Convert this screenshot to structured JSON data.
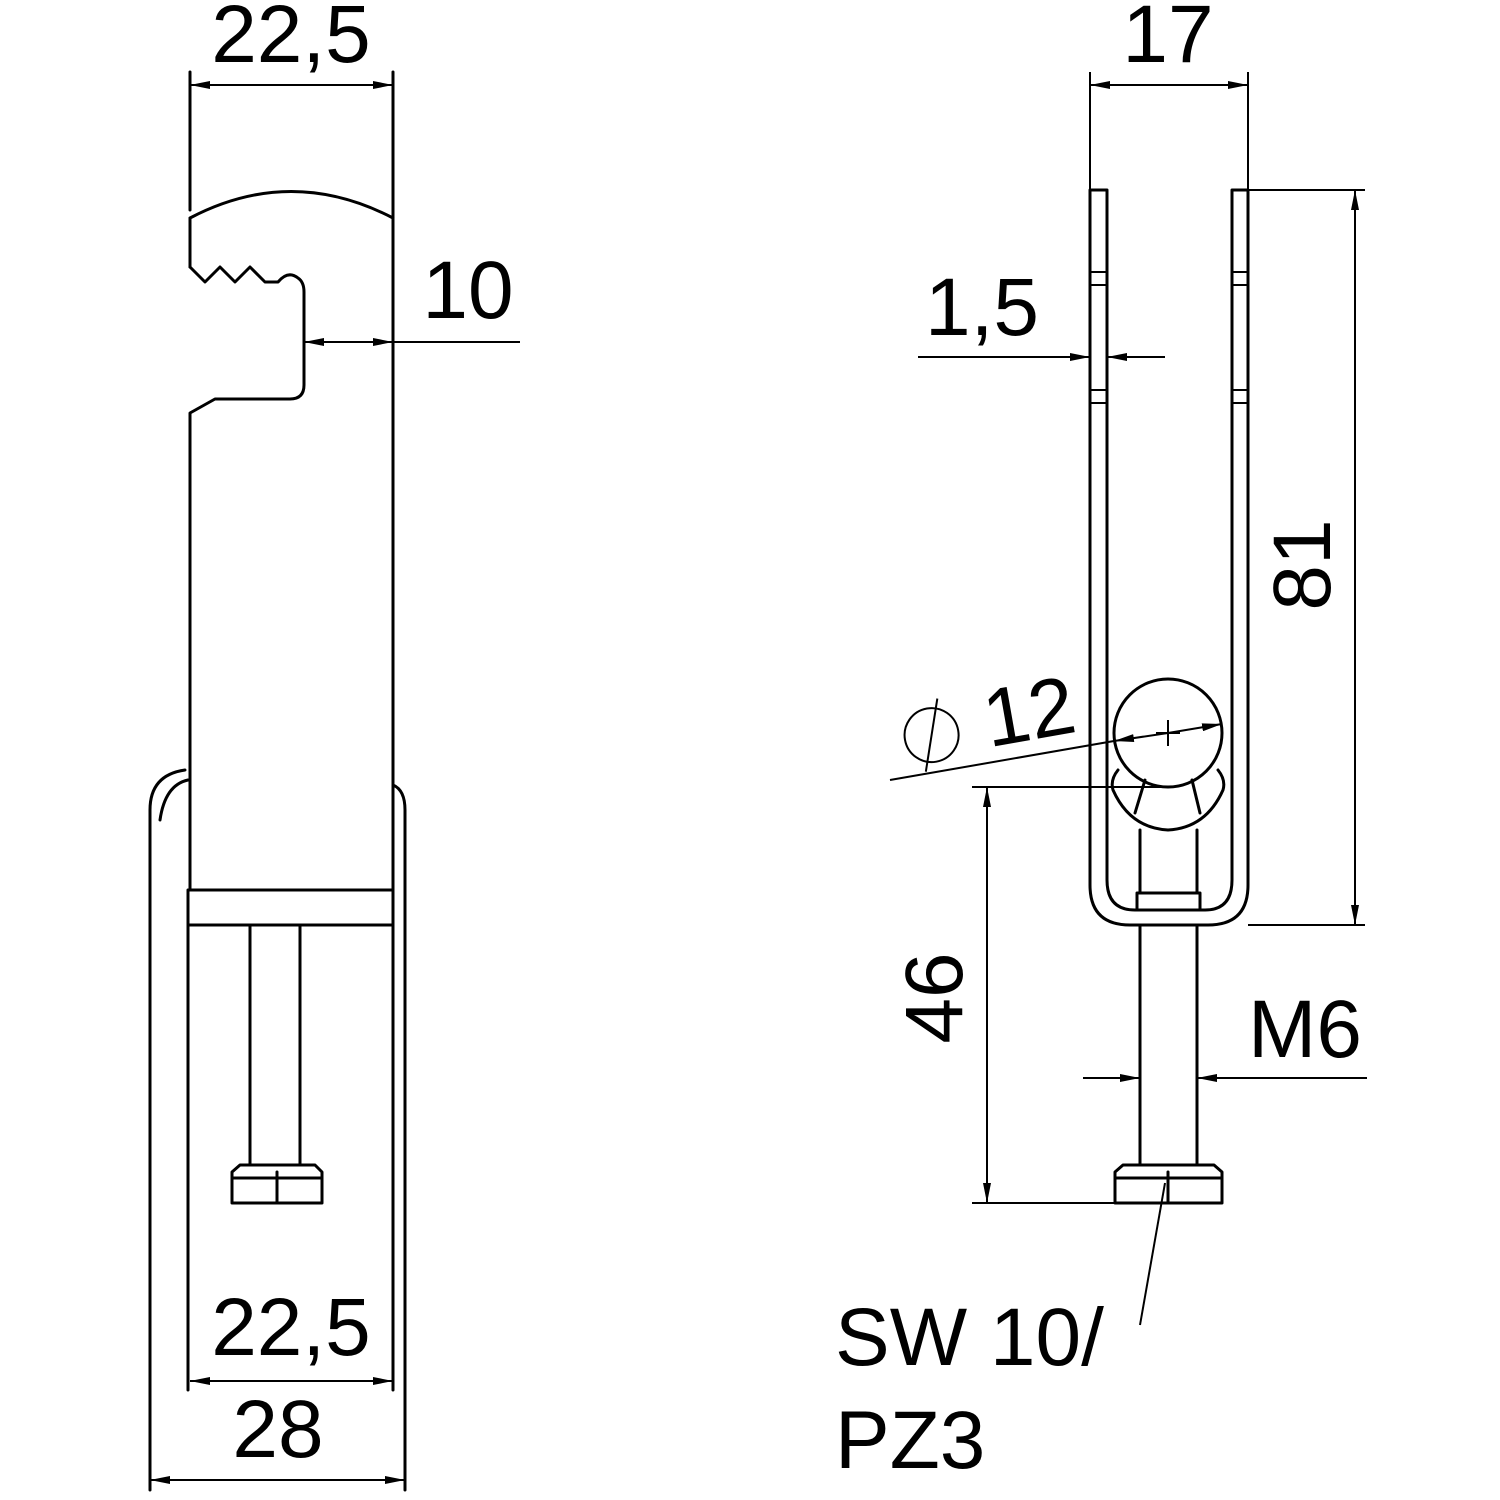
{
  "left_view": {
    "top_width": "22,5",
    "hook_depth": "10",
    "bottom_inner_width": "22,5",
    "bottom_outer_width": "28"
  },
  "right_view": {
    "top_width": "17",
    "material_thickness": "1,5",
    "height": "81",
    "diameter_symbol": "⌀",
    "diameter": "12",
    "bolt_length": "46",
    "thread": "M6",
    "drive_line1": "SW 10/",
    "drive_line2": "PZ3"
  }
}
